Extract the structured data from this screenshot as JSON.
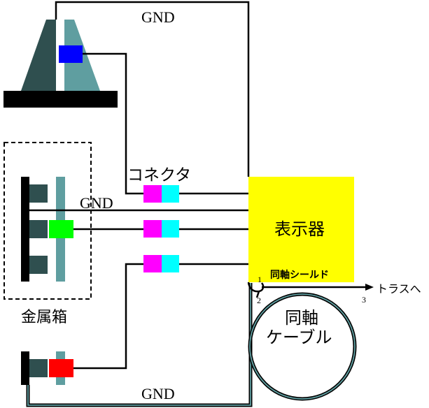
{
  "labels": {
    "gnd_top": "GND",
    "gnd_mid": "GND",
    "gnd_bottom": "GND",
    "connector": "コネクタ",
    "display": "表示器",
    "coax_shield": "同軸シールド",
    "metal_box": "金属箱",
    "coax_cable_line1": "同軸",
    "coax_cable_line2": "ケーブル",
    "to_truss": "トラスへ",
    "node_1": "1",
    "node_2": "2",
    "node_3": "3"
  },
  "colors": {
    "display_fill": "#ffff00",
    "connector_left": "#ff00ff",
    "connector_right": "#00ffff",
    "sensor_top": "#0000ff",
    "sensor_mid": "#00ff00",
    "sensor_bottom": "#ff0000",
    "dark_block": "#2f4f4f",
    "light_block": "#5f9ea0",
    "base": "#000000"
  }
}
